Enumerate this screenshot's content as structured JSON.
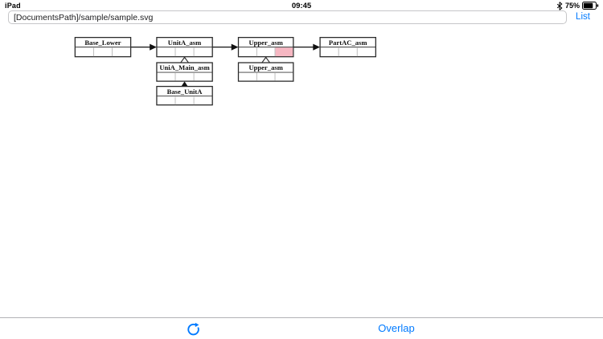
{
  "status_bar": {
    "device": "iPad",
    "time": "09:45",
    "battery_percent": "75%"
  },
  "toolbar_top": {
    "path_value": "[DocumentsPath]/sample/sample.svg",
    "list_label": "List"
  },
  "diagram": {
    "highlight_color": "#F6B7C2",
    "nodes": [
      {
        "label": "Base_Lower"
      },
      {
        "label": "UnitA_asm"
      },
      {
        "label": "Upper_asm",
        "highlighted_cell": 3
      },
      {
        "label": "PartAC_asm"
      },
      {
        "label": "UniA_Main_asm"
      },
      {
        "label": "Upper_asm"
      },
      {
        "label": "Base_UnitA"
      }
    ],
    "edges": [
      {
        "from": "Base_Lower",
        "to": "UnitA_asm",
        "style": "filled-arrow"
      },
      {
        "from": "UnitA_asm",
        "to": "Upper_asm",
        "style": "filled-arrow"
      },
      {
        "from": "Upper_asm",
        "to": "PartAC_asm",
        "style": "filled-arrow"
      },
      {
        "from": "UniA_Main_asm",
        "to": "UnitA_asm",
        "style": "hollow-arrow"
      },
      {
        "from": "Base_UnitA",
        "to": "UniA_Main_asm",
        "style": "filled-arrow"
      },
      {
        "from": "Upper_asm(lower)",
        "to": "Upper_asm",
        "style": "hollow-arrow"
      }
    ]
  },
  "toolbar_bottom": {
    "overlap_label": "Overlap",
    "accent_color": "#007AFF"
  },
  "icons": {
    "bluetooth": "bluetooth-icon",
    "battery": "battery-icon",
    "refresh": "refresh-icon"
  }
}
